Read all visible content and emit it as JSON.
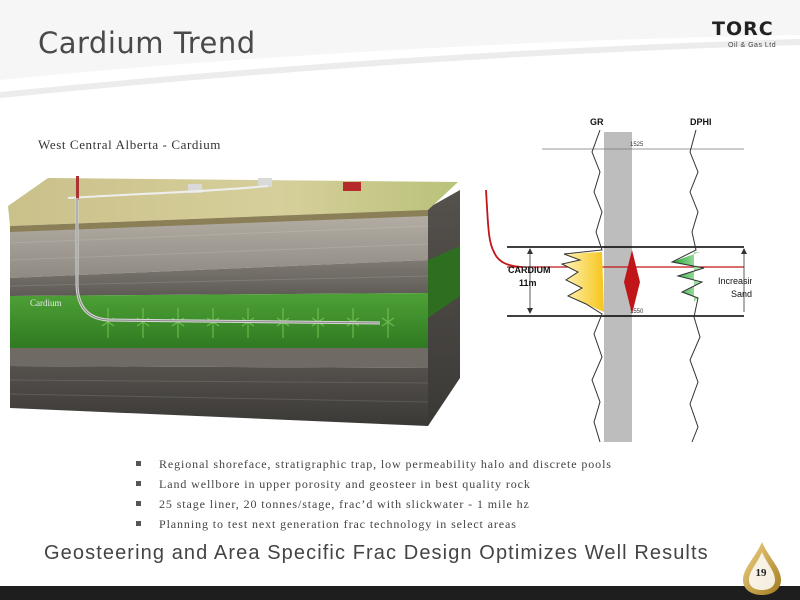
{
  "slide": {
    "title": "Cardium Trend",
    "subtitle": "West Central Alberta - Cardium",
    "page_number": "19",
    "tagline": "Geosteering and Area Specific Frac Design Optimizes Well Results"
  },
  "logo": {
    "name": "TORC",
    "subtitle": "Oil & Gas Ltd"
  },
  "block_diagram": {
    "layer_label": "Cardium"
  },
  "well_log": {
    "gr_label": "GR",
    "dphi_label": "DPHI",
    "depth_top": "1525",
    "depth_bottom": "1550",
    "zone_label": "CARDIUM",
    "zone_thickness": "11m",
    "annotation_line1": "Increasing",
    "annotation_line2": "Sand"
  },
  "bullets": [
    "Regional shoreface, stratigraphic trap, low permeability halo and discrete pools",
    "Land wellbore in upper porosity and geosteer in best quality rock",
    "25 stage liner, 20 tonnes/stage, frac’d with slickwater - 1 mile hz",
    "Planning to test next generation frac technology in select areas"
  ],
  "colors": {
    "cardium_green": "#3f8f2a",
    "log_red": "#c0161a",
    "footer": "#1e1e1e"
  }
}
